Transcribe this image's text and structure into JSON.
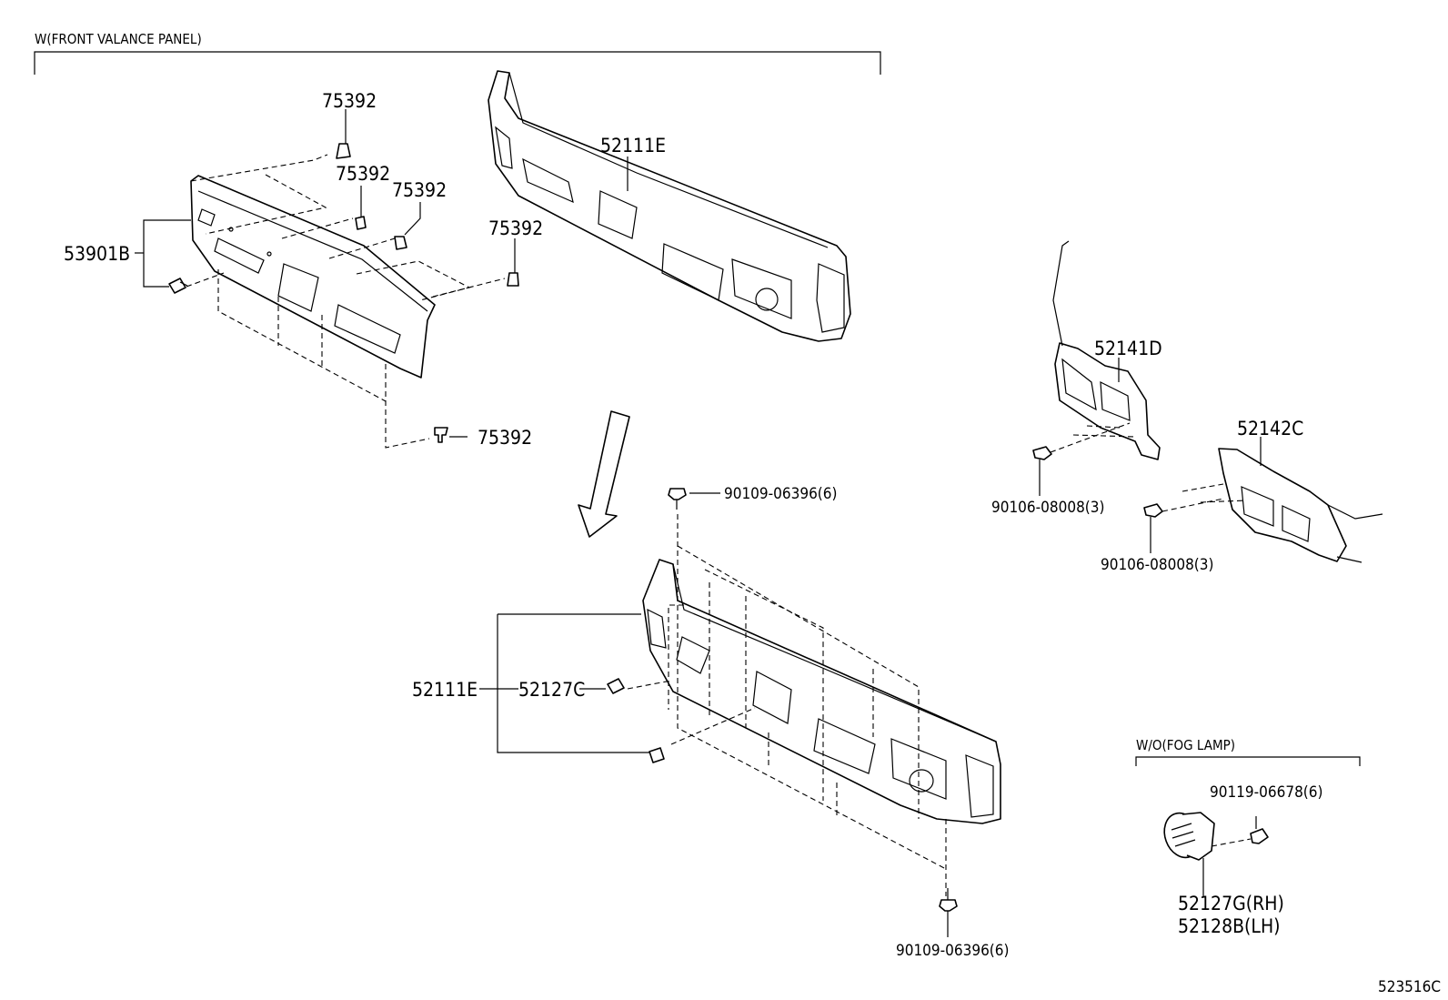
{
  "sections": {
    "w_front_valance_panel": "W(FRONT VALANCE PANEL)",
    "wo_fog_lamp": "W/O(FOG LAMP)"
  },
  "labels": {
    "clip_75392": "75392",
    "valance_panel": "53901B",
    "bumper_cover": "52111E",
    "bumper_cover_2": "52111E",
    "bumper_insert": "52127C",
    "screw_top": "90109-06396(6)",
    "screw_bottom": "90109-06396(6)",
    "bracket_rh": "52141D",
    "bracket_lh": "52142C",
    "bolt_rh": "90106-08008(3)",
    "bolt_lh": "90106-08008(3)",
    "fog_screw": "90119-06678(6)",
    "fog_cover_rh": "52127G(RH)",
    "fog_cover_lh": "52128B(LH)"
  },
  "diagram_id": "523516C"
}
